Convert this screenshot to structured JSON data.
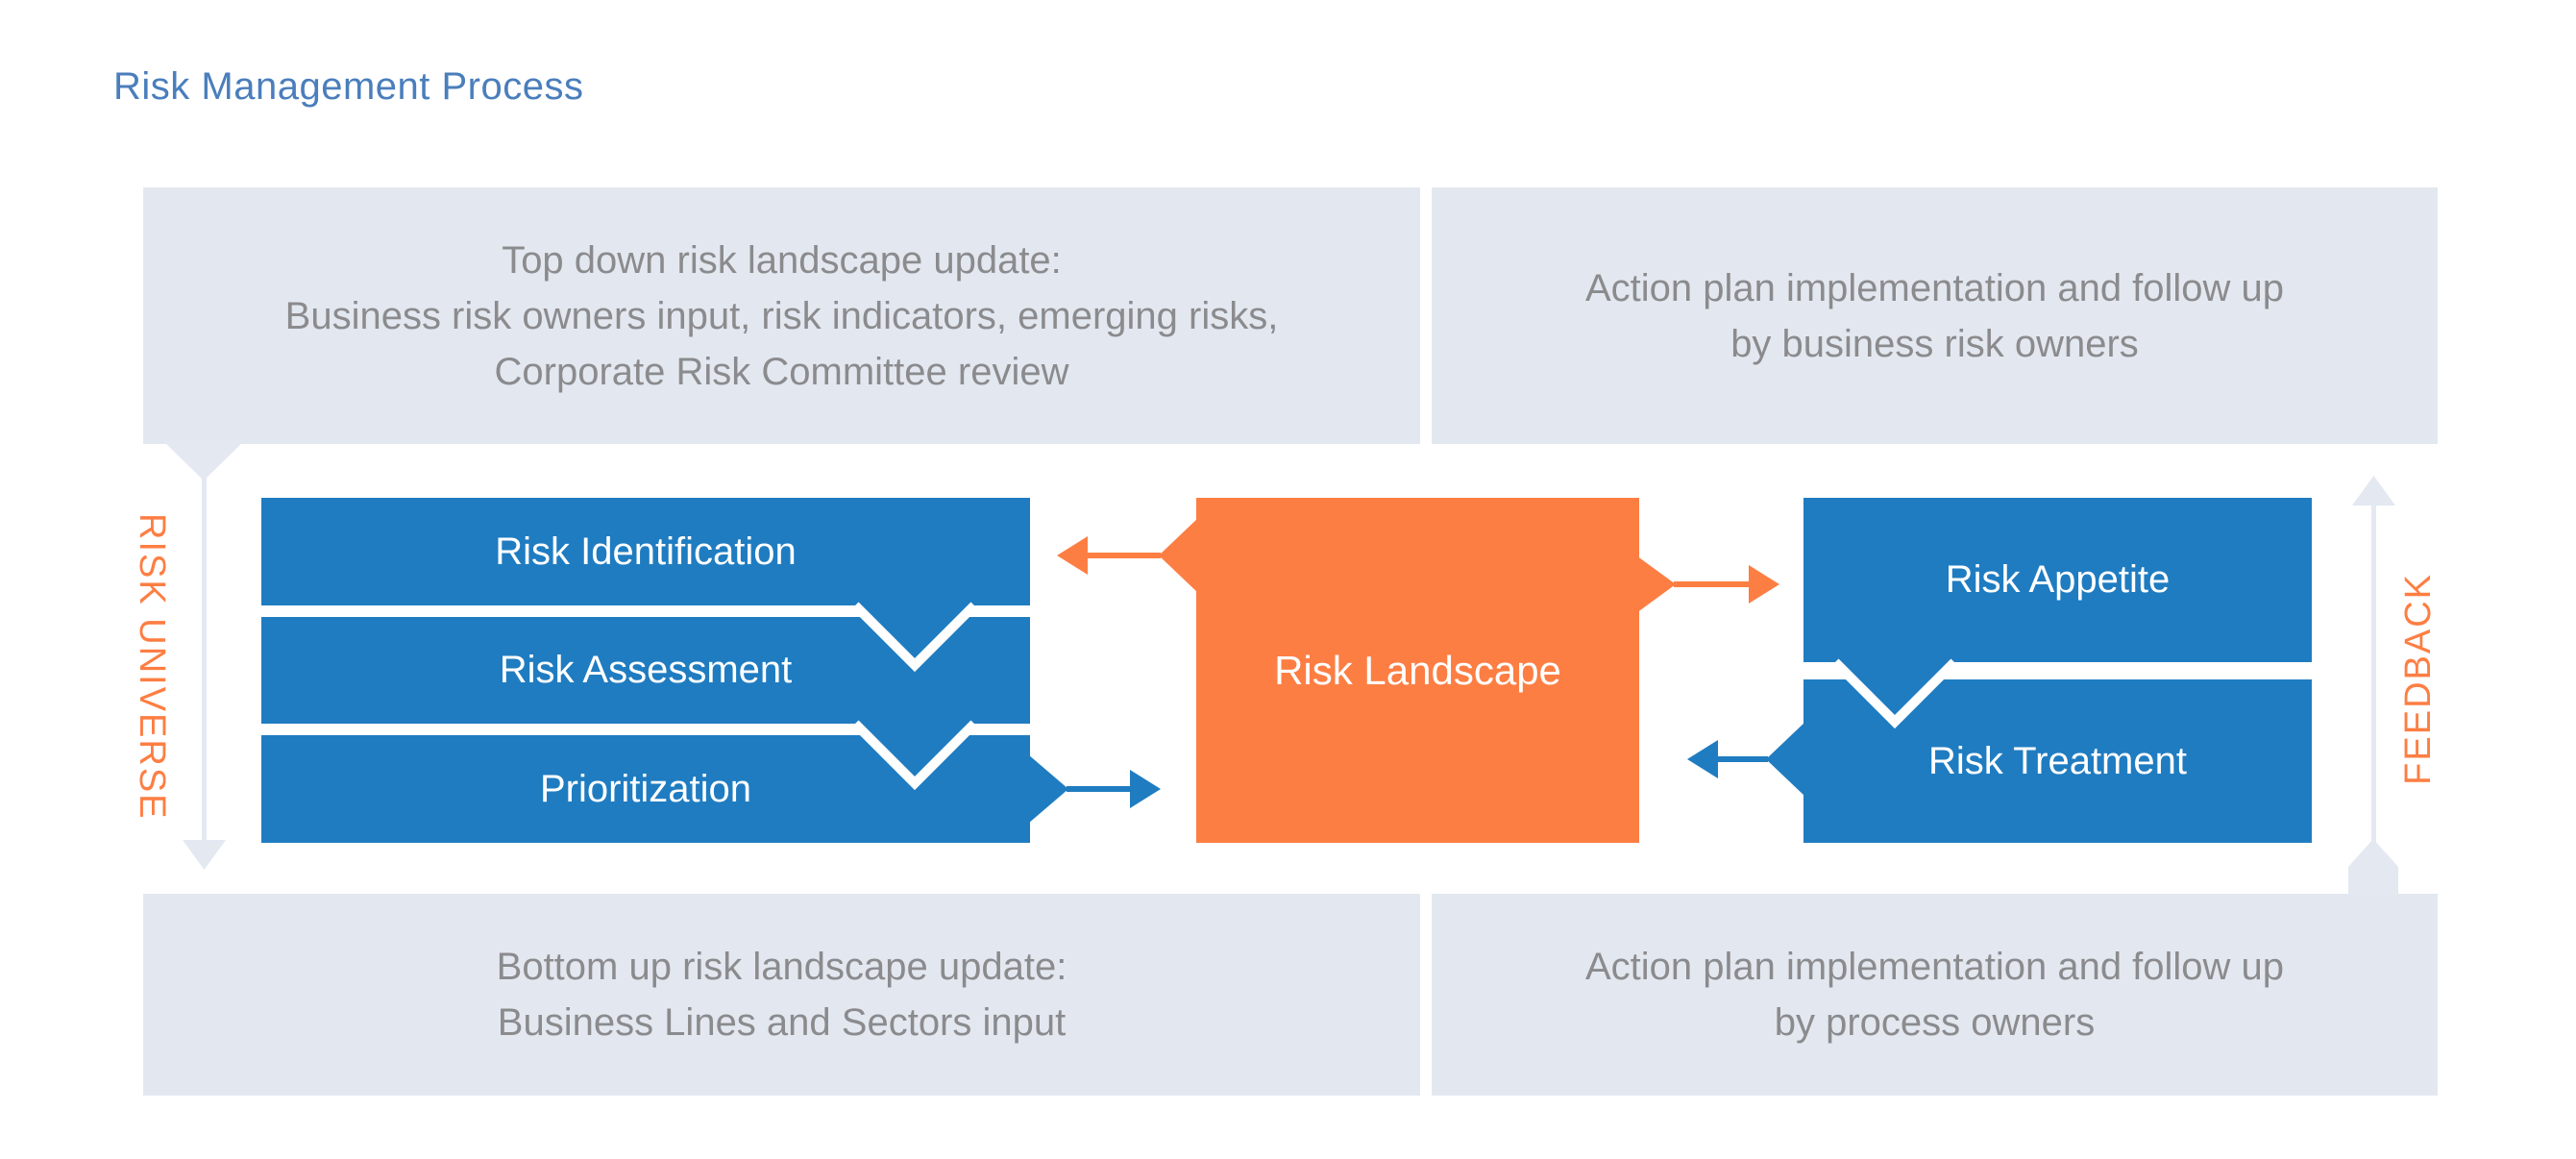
{
  "title": "Risk Management Process",
  "colors": {
    "blue": "#1F7CC1",
    "orange": "#FD7E43",
    "panel": "#E3E8F0",
    "arrow": "#E3E8F1",
    "muted": "#8B8B8E",
    "title": "#4A7EBC"
  },
  "quadrants": {
    "top_left": {
      "lines": [
        "Top down risk landscape update:",
        "Business risk owners input, risk indicators, emerging risks,",
        "Corporate Risk Committee review"
      ]
    },
    "top_right": {
      "lines": [
        "Action plan implementation and follow up",
        "by business risk owners"
      ]
    },
    "bottom_left": {
      "lines": [
        "Bottom up risk landscape update:",
        "Business Lines and Sectors input"
      ]
    },
    "bottom_right": {
      "lines": [
        "Action plan implementation and follow up",
        "by process owners"
      ]
    }
  },
  "side_labels": {
    "left": "RISK UNIVERSE",
    "right": "FEEDBACK"
  },
  "process": {
    "left_steps": [
      "Risk Identification",
      "Risk Assessment",
      "Prioritization"
    ],
    "center": "Risk Landscape",
    "right_steps": [
      "Risk Appetite",
      "Risk Treatment"
    ]
  }
}
